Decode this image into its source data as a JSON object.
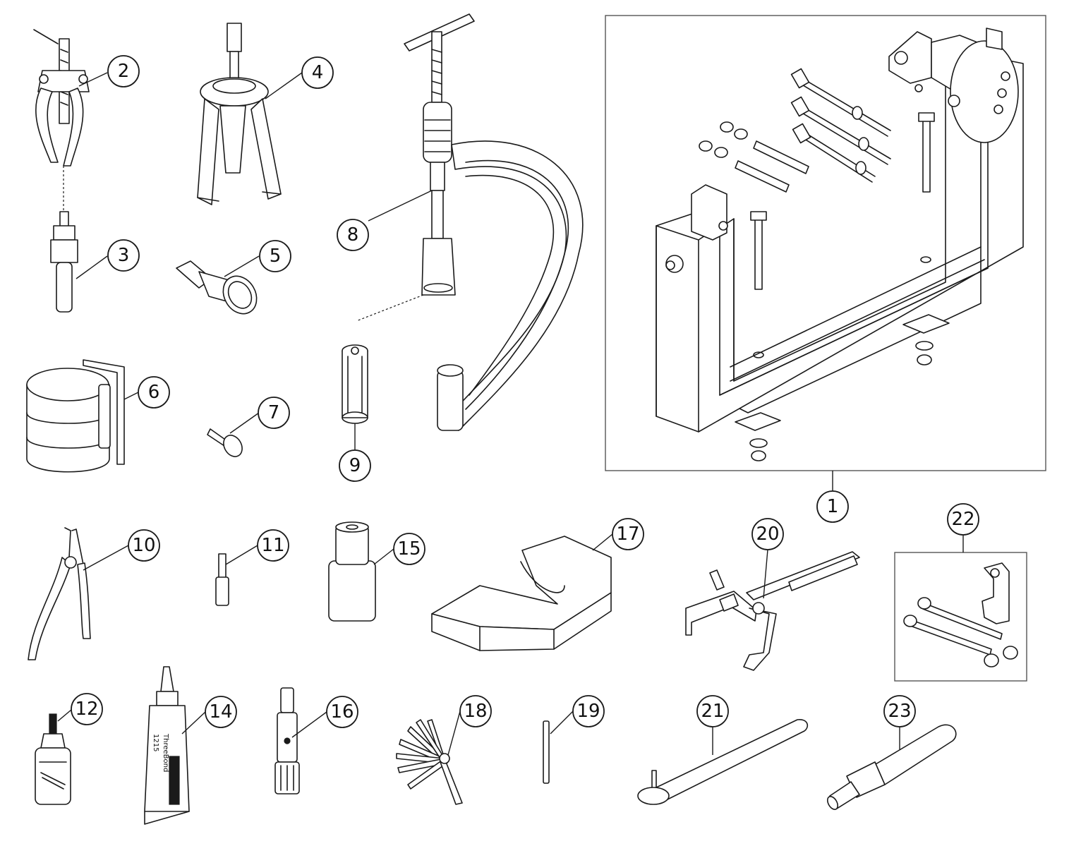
{
  "callouts": [
    {
      "label": "1"
    },
    {
      "label": "2"
    },
    {
      "label": "3"
    },
    {
      "label": "4"
    },
    {
      "label": "5"
    },
    {
      "label": "6"
    },
    {
      "label": "7"
    },
    {
      "label": "8"
    },
    {
      "label": "9"
    },
    {
      "label": "10"
    },
    {
      "label": "11"
    },
    {
      "label": "12"
    },
    {
      "label": "14"
    },
    {
      "label": "15"
    },
    {
      "label": "16"
    },
    {
      "label": "17"
    },
    {
      "label": "18"
    },
    {
      "label": "19"
    },
    {
      "label": "20"
    },
    {
      "label": "21"
    },
    {
      "label": "22"
    },
    {
      "label": "23"
    }
  ],
  "sealant_tube": {
    "brand": "ThreeBond",
    "number": "1215"
  }
}
